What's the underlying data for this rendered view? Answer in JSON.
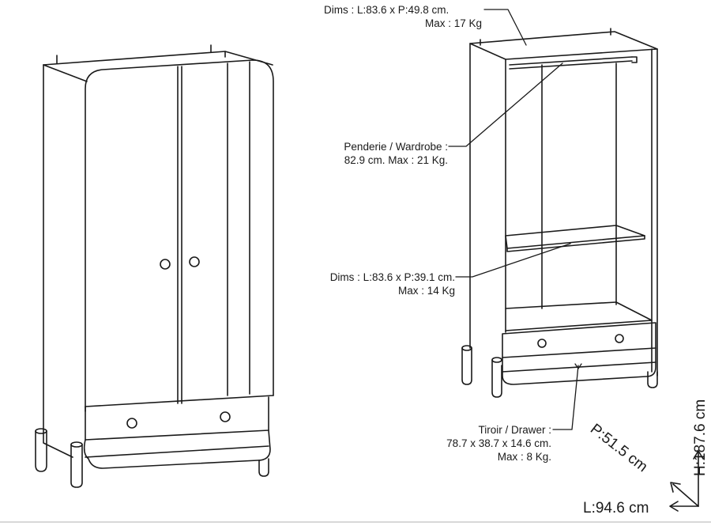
{
  "labels": {
    "top_dims_line1": "Dims : L:83.6 x P:49.8 cm.",
    "top_dims_line2": "Max : 17 Kg",
    "wardrobe_line1": "Penderie / Wardrobe :",
    "wardrobe_line2": "82.9 cm. Max : 21 Kg.",
    "shelf_dims_line1": "Dims : L:83.6 x P:39.1 cm.",
    "shelf_dims_line2": "Max : 14 Kg",
    "drawer_line1": "Tiroir / Drawer :",
    "drawer_line2": "78.7 x 38.7 x 14.6 cm.",
    "drawer_line3": "Max : 8 Kg."
  },
  "overall_dimensions": {
    "height": "H:187.6 cm",
    "depth": "P:51.5 cm",
    "length": "L:94.6 cm"
  },
  "colors": {
    "line": "#1a1a1a",
    "background": "#ffffff"
  }
}
